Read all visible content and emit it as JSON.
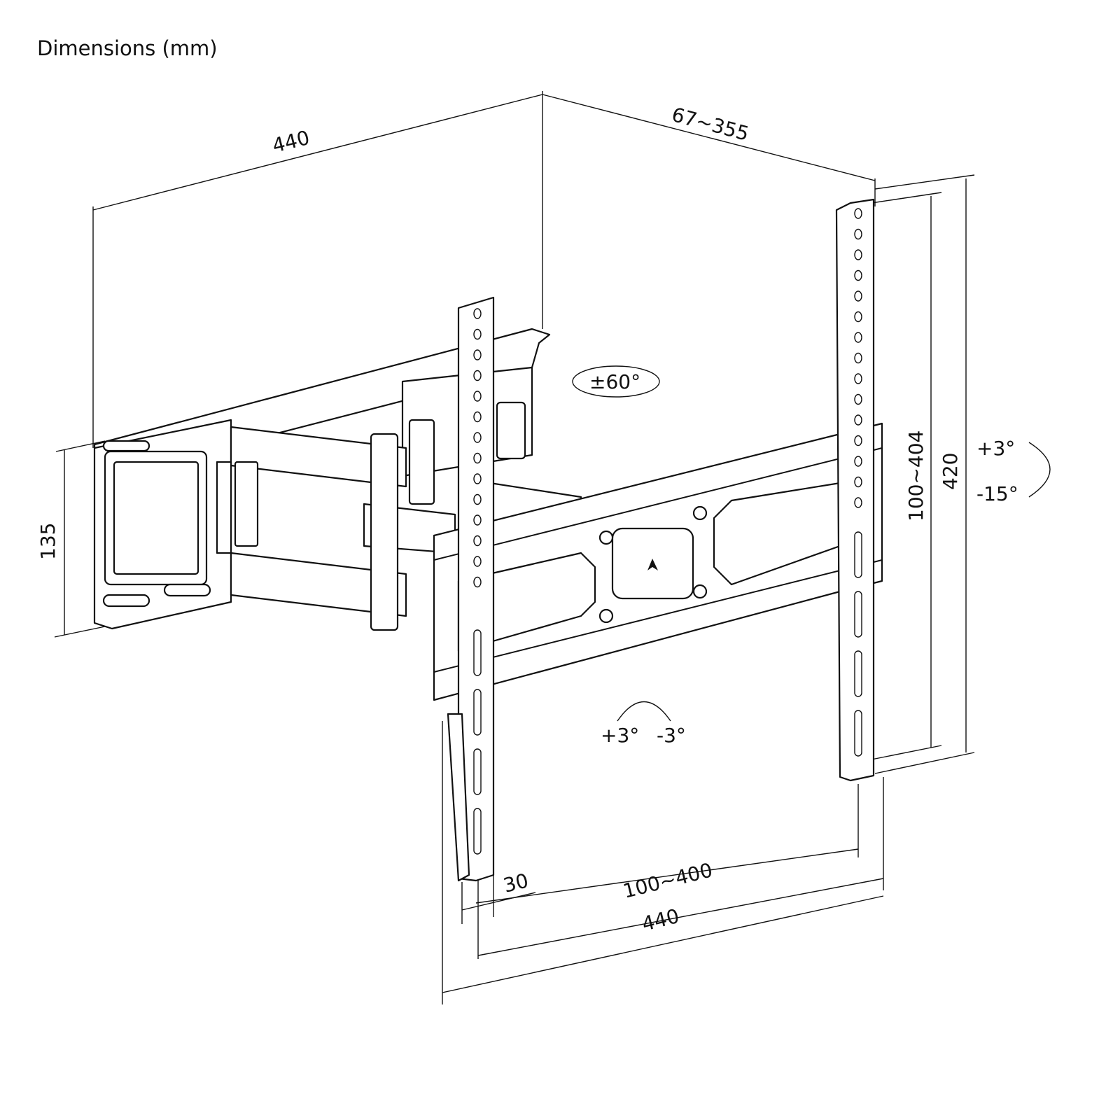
{
  "title": "Dimensions (mm)",
  "dimensions": {
    "wall_plate_width": "440",
    "arm_extension": "67~355",
    "wall_plate_height": "135",
    "vertical_vesa": "100~404",
    "tv_plate_height": "420",
    "rail_width": "30",
    "horizontal_vesa": "100~400",
    "tv_plate_width": "440"
  },
  "rotation": {
    "swivel": "±60°",
    "tilt_up": "+3°",
    "tilt_down": "-15°",
    "level_plus": "+3°",
    "level_minus": "-3°"
  }
}
